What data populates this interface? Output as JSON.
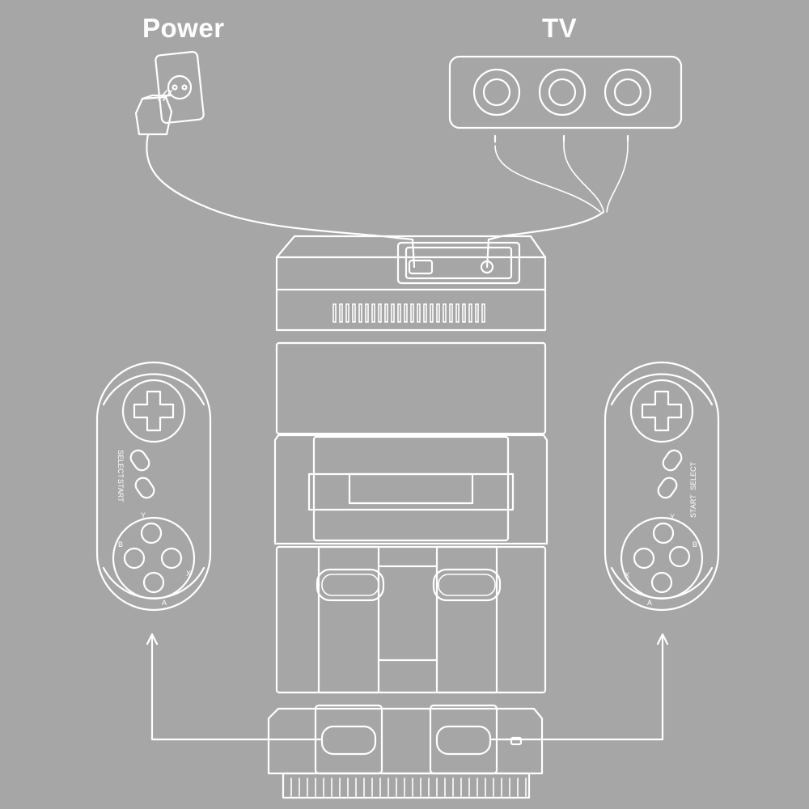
{
  "labels": {
    "power": "Power",
    "tv": "TV"
  },
  "controller_left": {
    "select": "SELECT",
    "start": "START",
    "buttons": [
      "X",
      "Y",
      "B",
      "A"
    ]
  },
  "controller_right": {
    "select": "SELECT",
    "start": "START",
    "buttons": [
      "X",
      "Y",
      "B",
      "A"
    ]
  },
  "colors": {
    "background": "#a6a6a6",
    "line": "#ffffff"
  }
}
